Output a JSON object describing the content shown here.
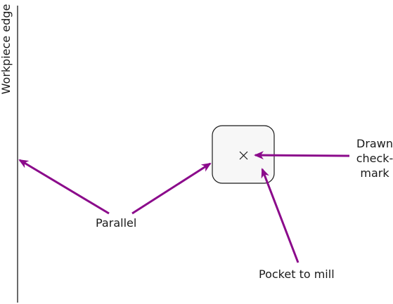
{
  "labels": {
    "workpiece_edge": "Workpiece edge",
    "parallel": "Parallel",
    "pocket_to_mill": "Pocket to mill",
    "drawn_checkmark_line1": "Drawn",
    "drawn_checkmark_line2": "check-",
    "drawn_checkmark_line3": "mark"
  },
  "colors": {
    "arrow": "#8b0a8b",
    "line": "#1a1a1a",
    "pocket_fill": "#f7f7f7",
    "pocket_stroke": "#1a1a1a"
  },
  "icons": {
    "checkmark": "cross-mark-icon"
  }
}
